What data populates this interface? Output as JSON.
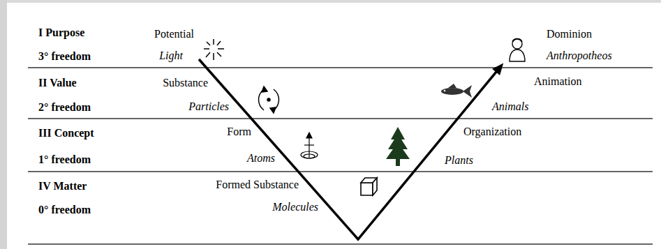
{
  "diagram": {
    "labels": [
      "I Purpose",
      "3° freedom",
      "Potential",
      "Light",
      "Dominion",
      "Anthropotheos",
      "II Value",
      "2° freedom",
      "Substance",
      "Particles",
      "Animation",
      "Animals",
      "III Concept",
      "1° freedom",
      "Form",
      "Atoms",
      "Organization",
      "Plants",
      "IV Matter",
      "0° freedom",
      "Formed Substance",
      "Molecules"
    ]
  }
}
